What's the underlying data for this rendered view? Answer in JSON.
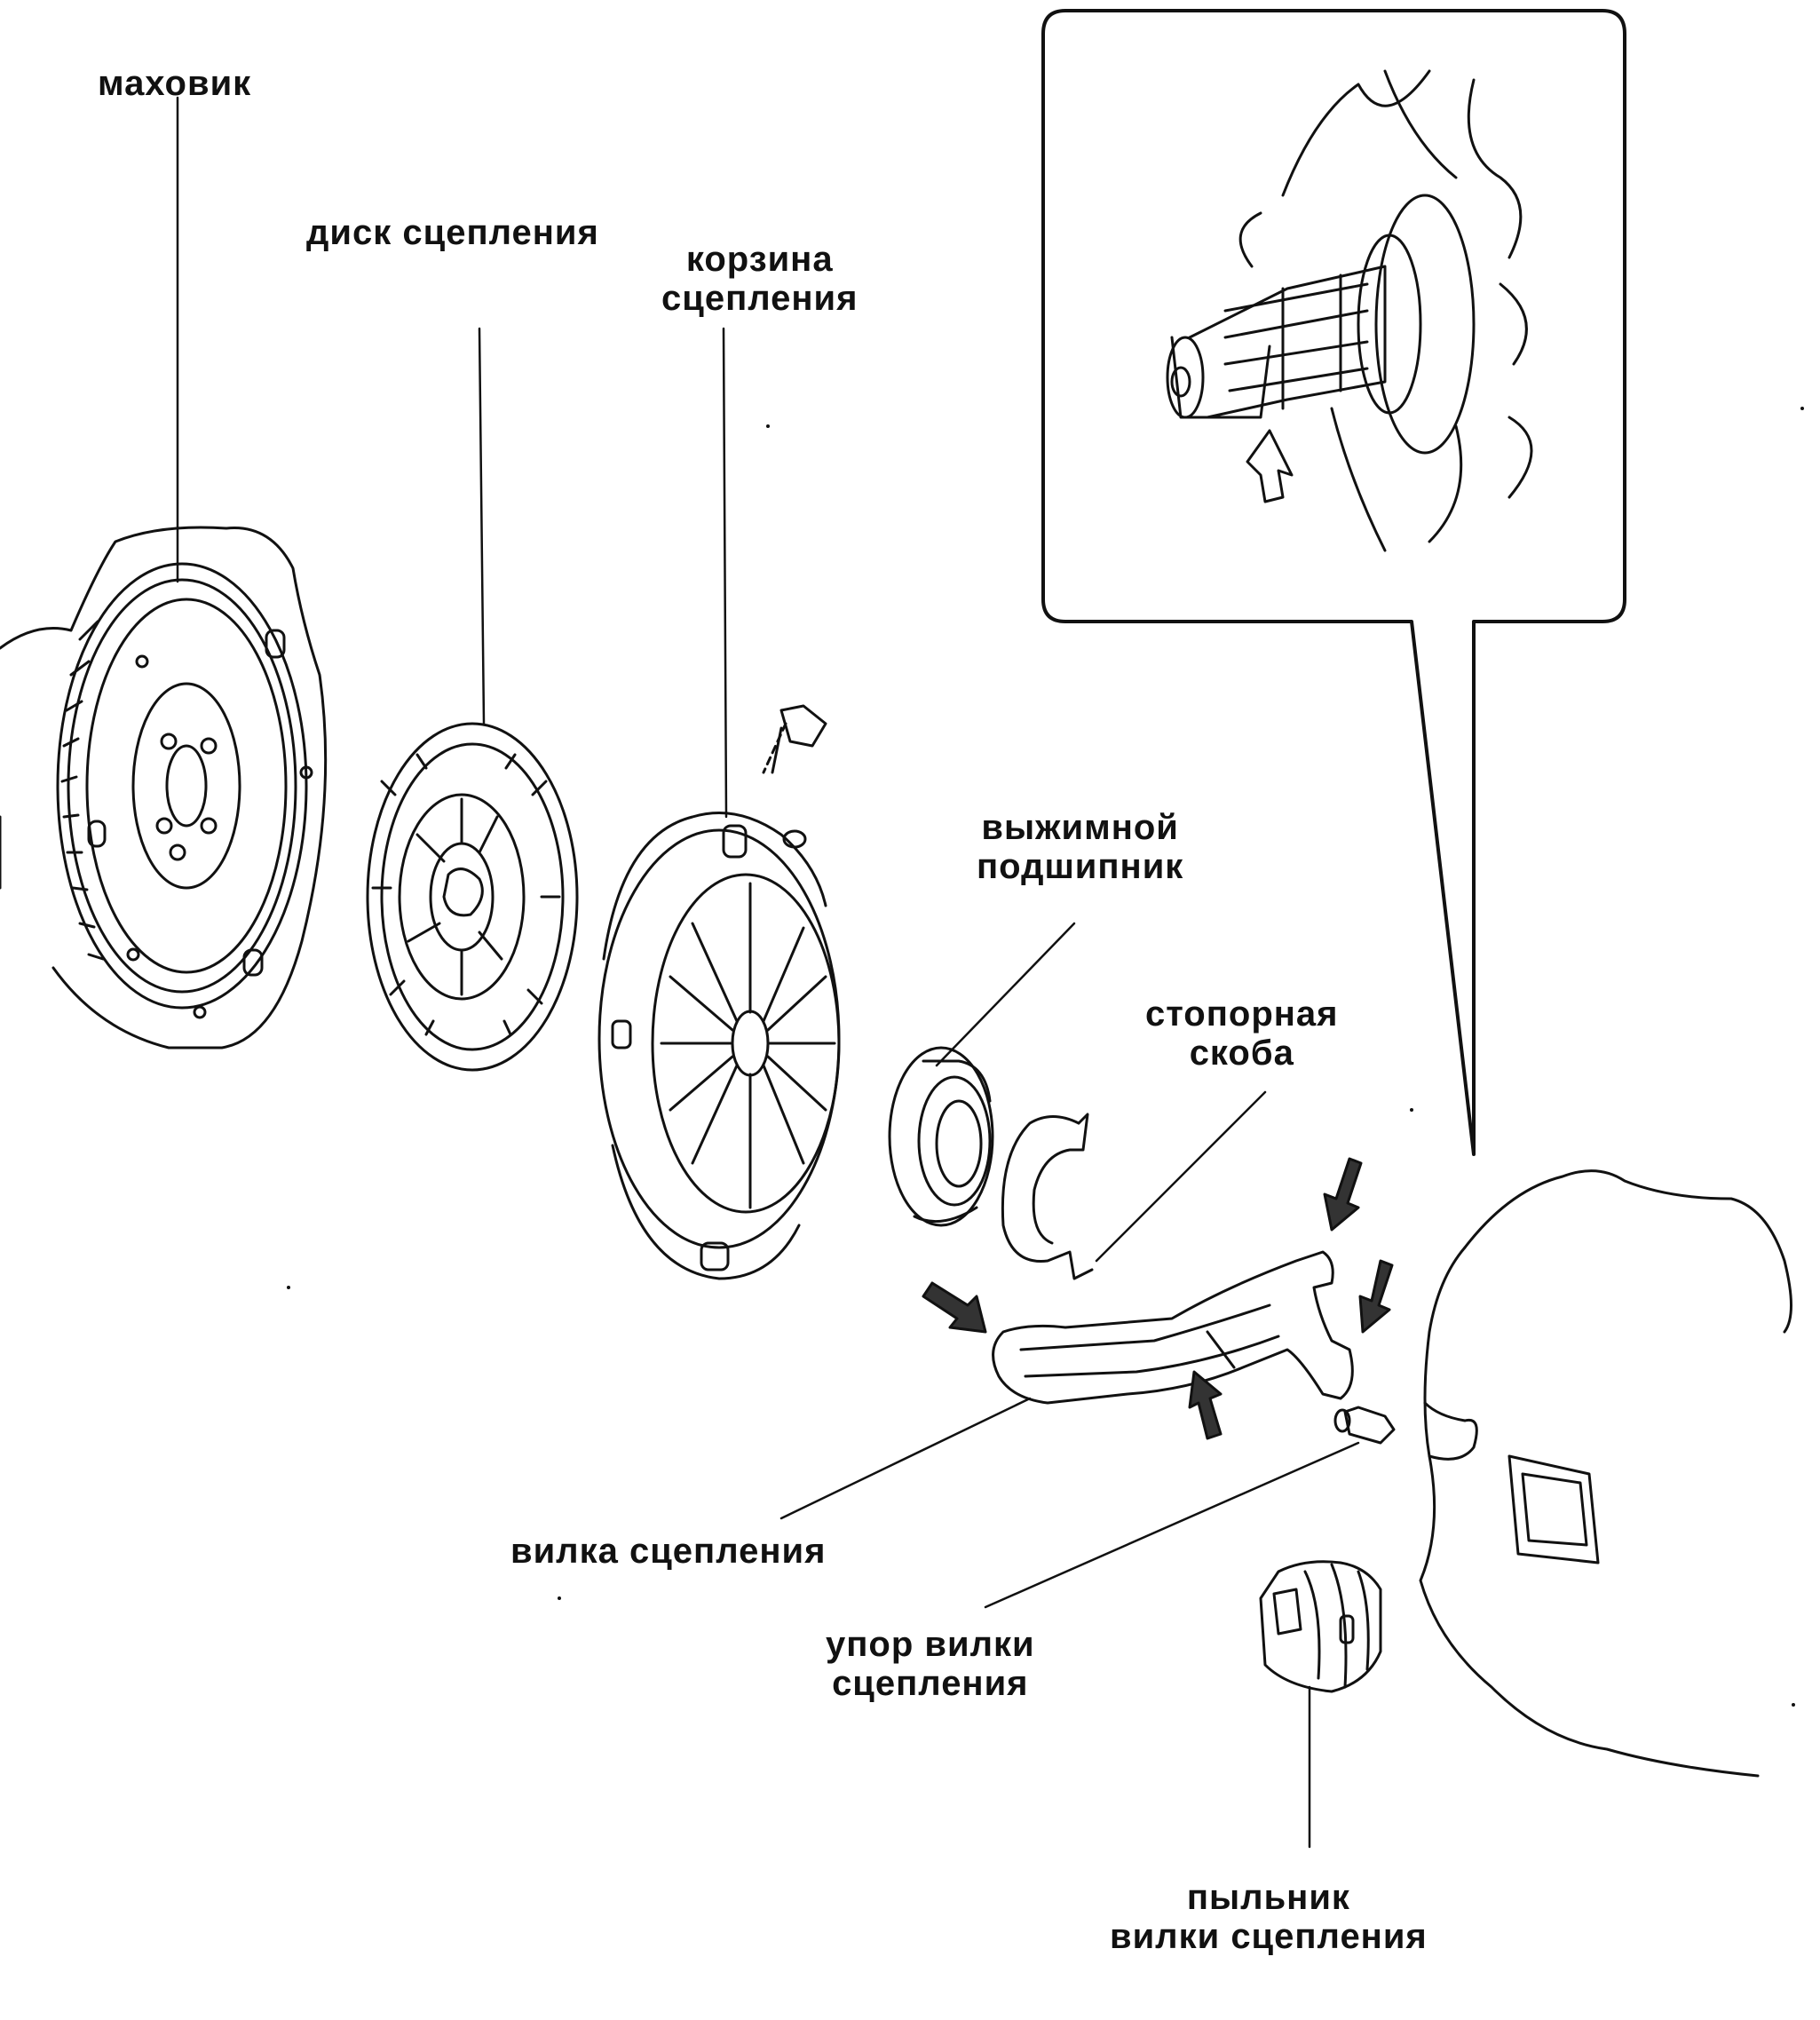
{
  "labels": {
    "flywheel": "маховик",
    "clutch_disc": "диск сцепления",
    "pressure_plate": [
      "корзина",
      "сцепления"
    ],
    "release_bearing": [
      "выжимной",
      "подшипник"
    ],
    "retaining_clip": [
      "стопорная",
      "скоба"
    ],
    "release_fork": "вилка сцепления",
    "fork_pivot": [
      "упор вилки",
      "сцепления"
    ],
    "fork_boot": [
      "пыльник",
      "вилки сцепления"
    ]
  },
  "colors": {
    "ink": "#111111",
    "background": "#ffffff"
  }
}
